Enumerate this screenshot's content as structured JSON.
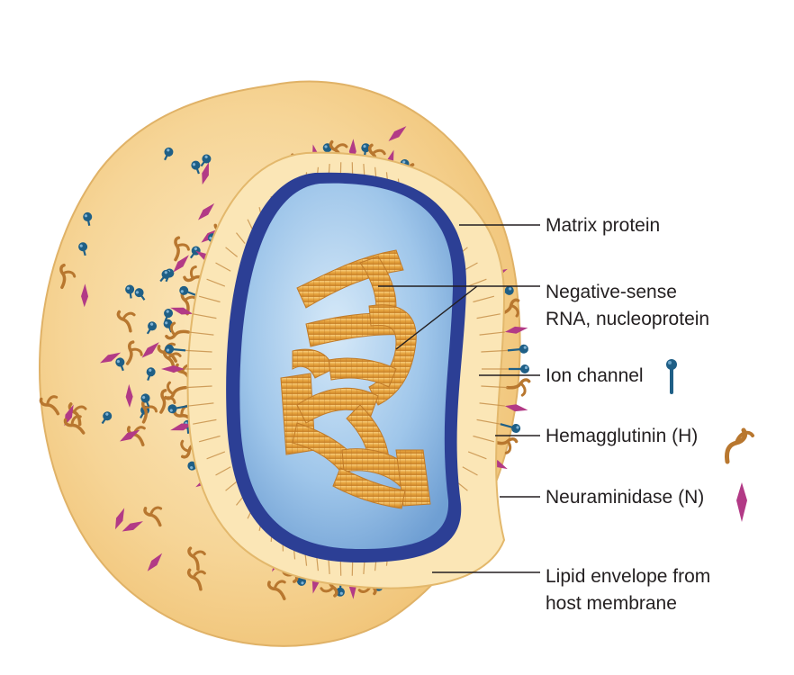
{
  "diagram": {
    "labels": {
      "matrix_protein": "Matrix protein",
      "rna_line1": "Negative-sense",
      "rna_line2": "RNA, nucleoprotein",
      "ion_channel": "Ion channel",
      "hemagglutinin": "Hemagglutinin (H)",
      "neuraminidase": "Neuraminidase (N)",
      "envelope_line1": "Lipid envelope from",
      "envelope_line2": "host membrane"
    },
    "legend_icons": {
      "ion_channel": "ion-channel-icon",
      "hemagglutinin": "hemagglutinin-icon",
      "neuraminidase": "neuraminidase-icon"
    },
    "colors": {
      "envelope": "#f2cf8a",
      "envelope_light": "#fbe9c3",
      "matrix": "#2b3f93",
      "core": "#8fb9e3",
      "core_light": "#c9e0f5",
      "nucleoprotein": "#e4a63f",
      "ion_channel": "#1f5f86",
      "hemagglutinin": "#b8772f",
      "neuraminidase": "#b23a86"
    }
  }
}
